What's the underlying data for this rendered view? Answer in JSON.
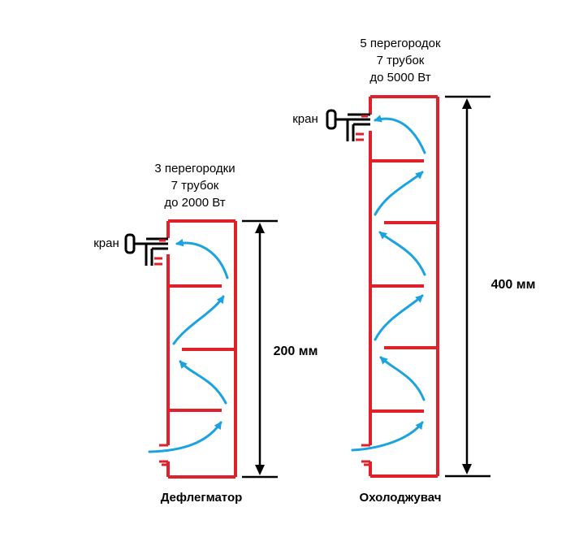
{
  "colors": {
    "body": "#e0202a",
    "flow": "#1aa3e0",
    "dim": "#000000"
  },
  "left_column": {
    "spec_line1": "3 перегородки",
    "spec_line2": "7 трубок",
    "spec_line3": "до 2000 Вт",
    "valve_label": "кран",
    "height_label": "200 мм",
    "name": "Дефлегматор"
  },
  "right_column": {
    "spec_line1": "5 перегородок",
    "spec_line2": "7 трубок",
    "spec_line3": "до 5000 Вт",
    "valve_label": "кран",
    "height_label": "400 мм",
    "name": "Охолоджувач"
  }
}
